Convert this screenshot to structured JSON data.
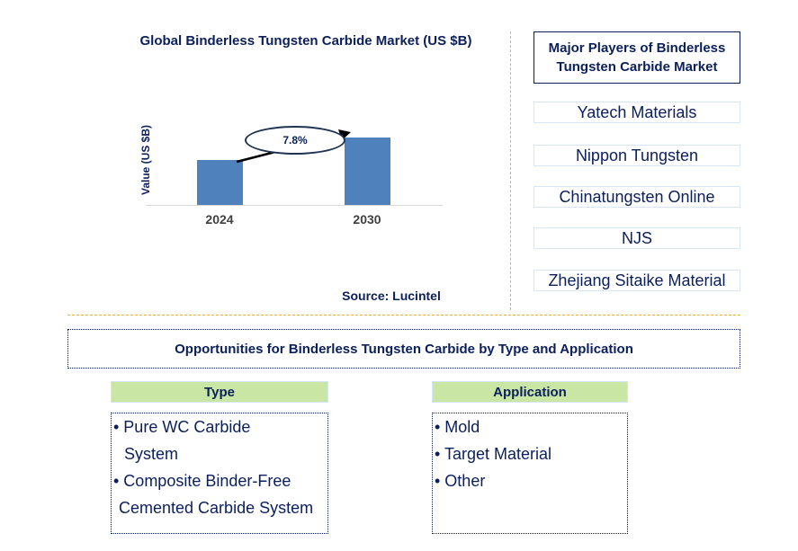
{
  "chart": {
    "title": "Global Binderless Tungsten Carbide Market (US $B)",
    "ylabel": "Value (US $B)",
    "cagr_label": "7.8%",
    "source": "Source: Lucintel",
    "categories": [
      "2024",
      "2030"
    ],
    "bar_color": "#4f81bd"
  },
  "chart_data": {
    "type": "bar",
    "title": "Global Binderless Tungsten Carbide Market (US $B)",
    "xlabel": "",
    "ylabel": "Value (US $B)",
    "categories": [
      "2024",
      "2030"
    ],
    "values": [
      1.0,
      1.5
    ],
    "value_note": "Relative bar heights (no axis values shown); 2030 bar ~1.5x 2024 bar",
    "annotations": [
      "CAGR 7.8% (arrow from 2024 to 2030)"
    ],
    "grid": false,
    "legend": null
  },
  "players": {
    "title": "Major Players of Binderless Tungsten Carbide Market",
    "title_line1": "Major Players of Binderless",
    "title_line2": "Tungsten Carbide Market",
    "items": [
      "Yatech Materials",
      "Nippon Tungsten",
      "Chinatungsten Online",
      "NJS",
      "Zhejiang Sitaike Material"
    ]
  },
  "opportunities": {
    "title": "Opportunities for Binderless Tungsten Carbide by Type and Application",
    "type": {
      "heading": "Type",
      "items": [
        "• Pure WC Carbide",
        "  System",
        "• Composite Binder-Free",
        " Cemented Carbide System"
      ]
    },
    "application": {
      "heading": "Application",
      "items": [
        "• Mold",
        "• Target Material",
        "• Other"
      ]
    }
  },
  "colors": {
    "navy": "#0b1f5a",
    "bar": "#4f81bd",
    "divider": "#f0b323",
    "category_header": "#c9e6a4",
    "player_border": "#d6e6f4"
  }
}
